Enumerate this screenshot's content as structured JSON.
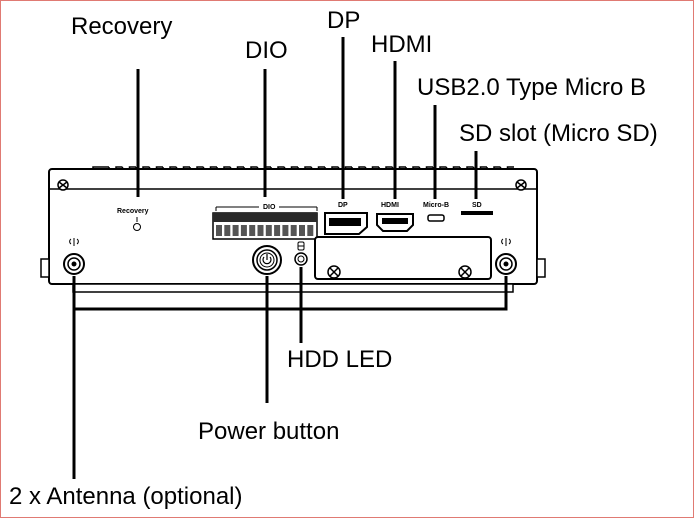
{
  "frame_color": "#e07a73",
  "callouts": {
    "recovery": "Recovery",
    "dio": "DIO",
    "dp": "DP",
    "hdmi": "HDMI",
    "usb": "USB2.0 Type Micro B",
    "sd": "SD slot (Micro SD)",
    "hdd_led": "HDD LED",
    "power": "Power button",
    "antenna": "2 x Antenna (optional)"
  },
  "panel_labels": {
    "recovery": "Recovery",
    "dio": "DIO",
    "dp": "DP",
    "hdmi": "HDMI",
    "micro_b": "Micro-B",
    "sd": "SD"
  }
}
